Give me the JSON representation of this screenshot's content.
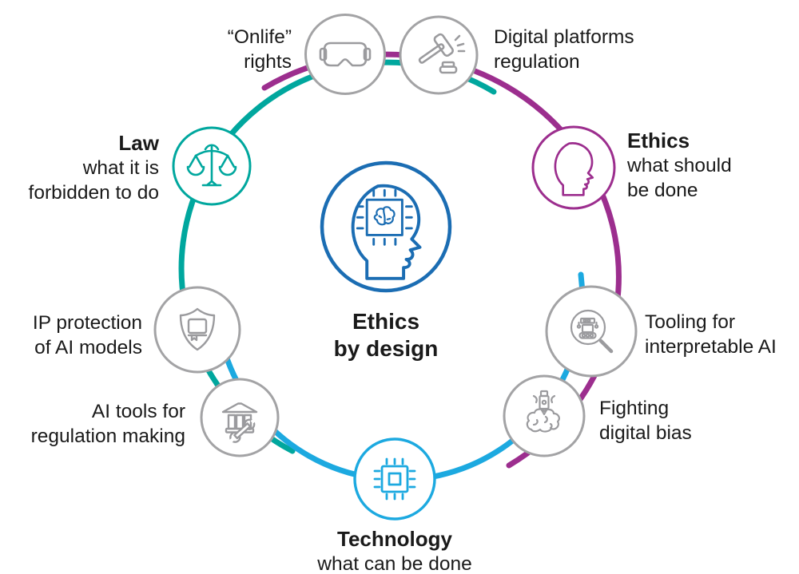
{
  "colors": {
    "teal": "#00a79e",
    "purple": "#9c2e8e",
    "blue": "#1ca9e0",
    "navy": "#1b6db3",
    "circle_gray": "#a3a3a5",
    "icon_gray": "#9b9b9e",
    "text": "#1a1a1a"
  },
  "center": {
    "line1": "Ethics",
    "line2": "by design",
    "icon": "head-chip-icon"
  },
  "nodes": {
    "onlife": {
      "line1": "“Onlife”",
      "line2": "rights",
      "icon": "vr-goggles-icon"
    },
    "digital": {
      "line1": "Digital platforms",
      "line2": "regulation",
      "icon": "gavel-icon"
    },
    "ethics": {
      "title": "Ethics",
      "line1": "what should",
      "line2": "be done",
      "icon": "head-profile-icon"
    },
    "tooling": {
      "line1": "Tooling for",
      "line2": "interpretable AI",
      "icon": "robot-magnifier-icon"
    },
    "bias": {
      "line1": "Fighting",
      "line2": "digital bias",
      "icon": "brain-debias-icon"
    },
    "technology": {
      "title": "Technology",
      "line1": "what can be done",
      "icon": "chip-icon"
    },
    "aitools": {
      "line1": "AI tools for",
      "line2": "regulation making",
      "icon": "bank-wrench-icon"
    },
    "ip": {
      "line1": "IP protection",
      "line2": "of AI models",
      "icon": "shield-book-icon"
    },
    "law": {
      "title": "Law",
      "line1": "what it is",
      "line2": "forbidden to do",
      "icon": "scales-icon"
    }
  }
}
